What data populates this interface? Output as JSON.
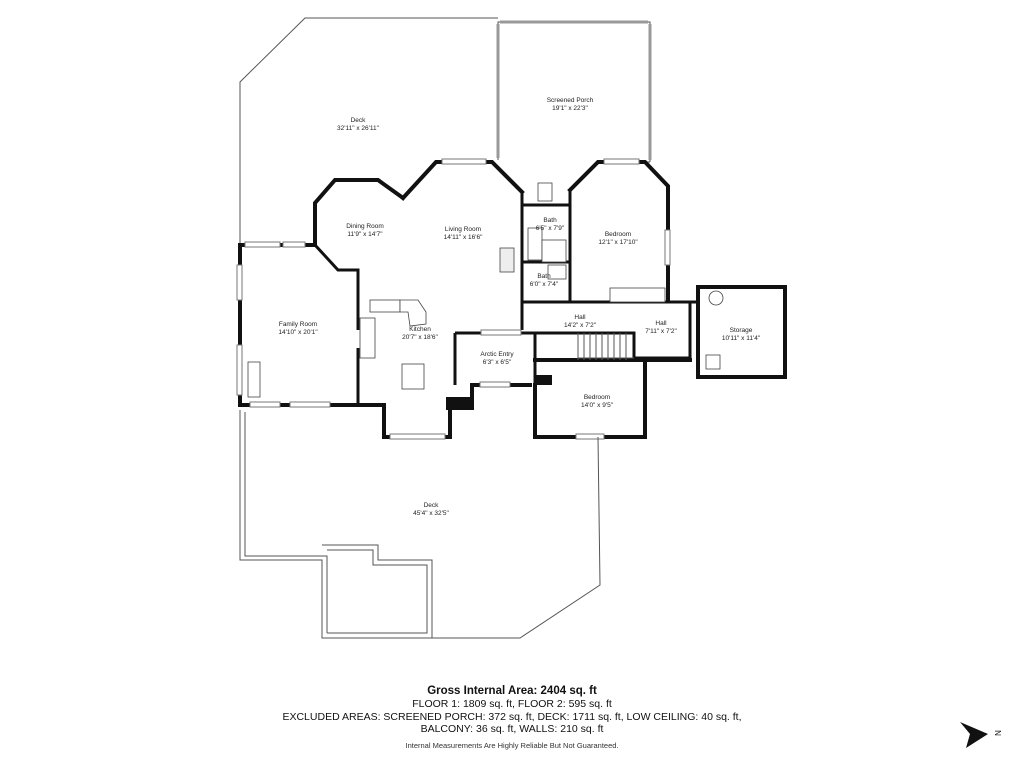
{
  "rooms": [
    {
      "name": "Deck",
      "dims": "32'11\" x 26'11\""
    },
    {
      "name": "Screened Porch",
      "dims": "19'1\" x 22'3\""
    },
    {
      "name": "Dining Room",
      "dims": "11'9\" x 14'7\""
    },
    {
      "name": "Living Room",
      "dims": "14'11\" x 16'6\""
    },
    {
      "name": "Bath",
      "dims": "6'5\" x 7'9\""
    },
    {
      "name": "Bedroom",
      "dims": "12'1\" x 17'10\""
    },
    {
      "name": "Bath",
      "dims": "6'0\" x 7'4\""
    },
    {
      "name": "Family Room",
      "dims": "14'10\" x 20'1\""
    },
    {
      "name": "Kitchen",
      "dims": "20'7\" x 18'6\""
    },
    {
      "name": "Hall",
      "dims": "14'2\" x 7'2\""
    },
    {
      "name": "Hall",
      "dims": "7'11\" x 7'2\""
    },
    {
      "name": "Storage",
      "dims": "10'11\" x 11'4\""
    },
    {
      "name": "Arctic Entry",
      "dims": "6'3\" x 6'5\""
    },
    {
      "name": "Bedroom",
      "dims": "14'0\" x 9'5\""
    },
    {
      "name": "Deck",
      "dims": "45'4\" x 32'5\""
    }
  ],
  "summary": {
    "title": "Gross Internal Area: 2404 sq. ft",
    "line1": "FLOOR 1: 1809 sq. ft, FLOOR 2: 595 sq. ft",
    "line2": "EXCLUDED AREAS: SCREENED PORCH: 372 sq. ft, DECK: 1711 sq. ft, LOW CEILING: 40 sq. ft,",
    "line3": "BALCONY: 36 sq. ft, WALLS: 210 sq. ft",
    "disclaimer": "Internal Measurements Are Highly Reliable But Not Guaranteed."
  },
  "compass": {
    "label": "N"
  }
}
